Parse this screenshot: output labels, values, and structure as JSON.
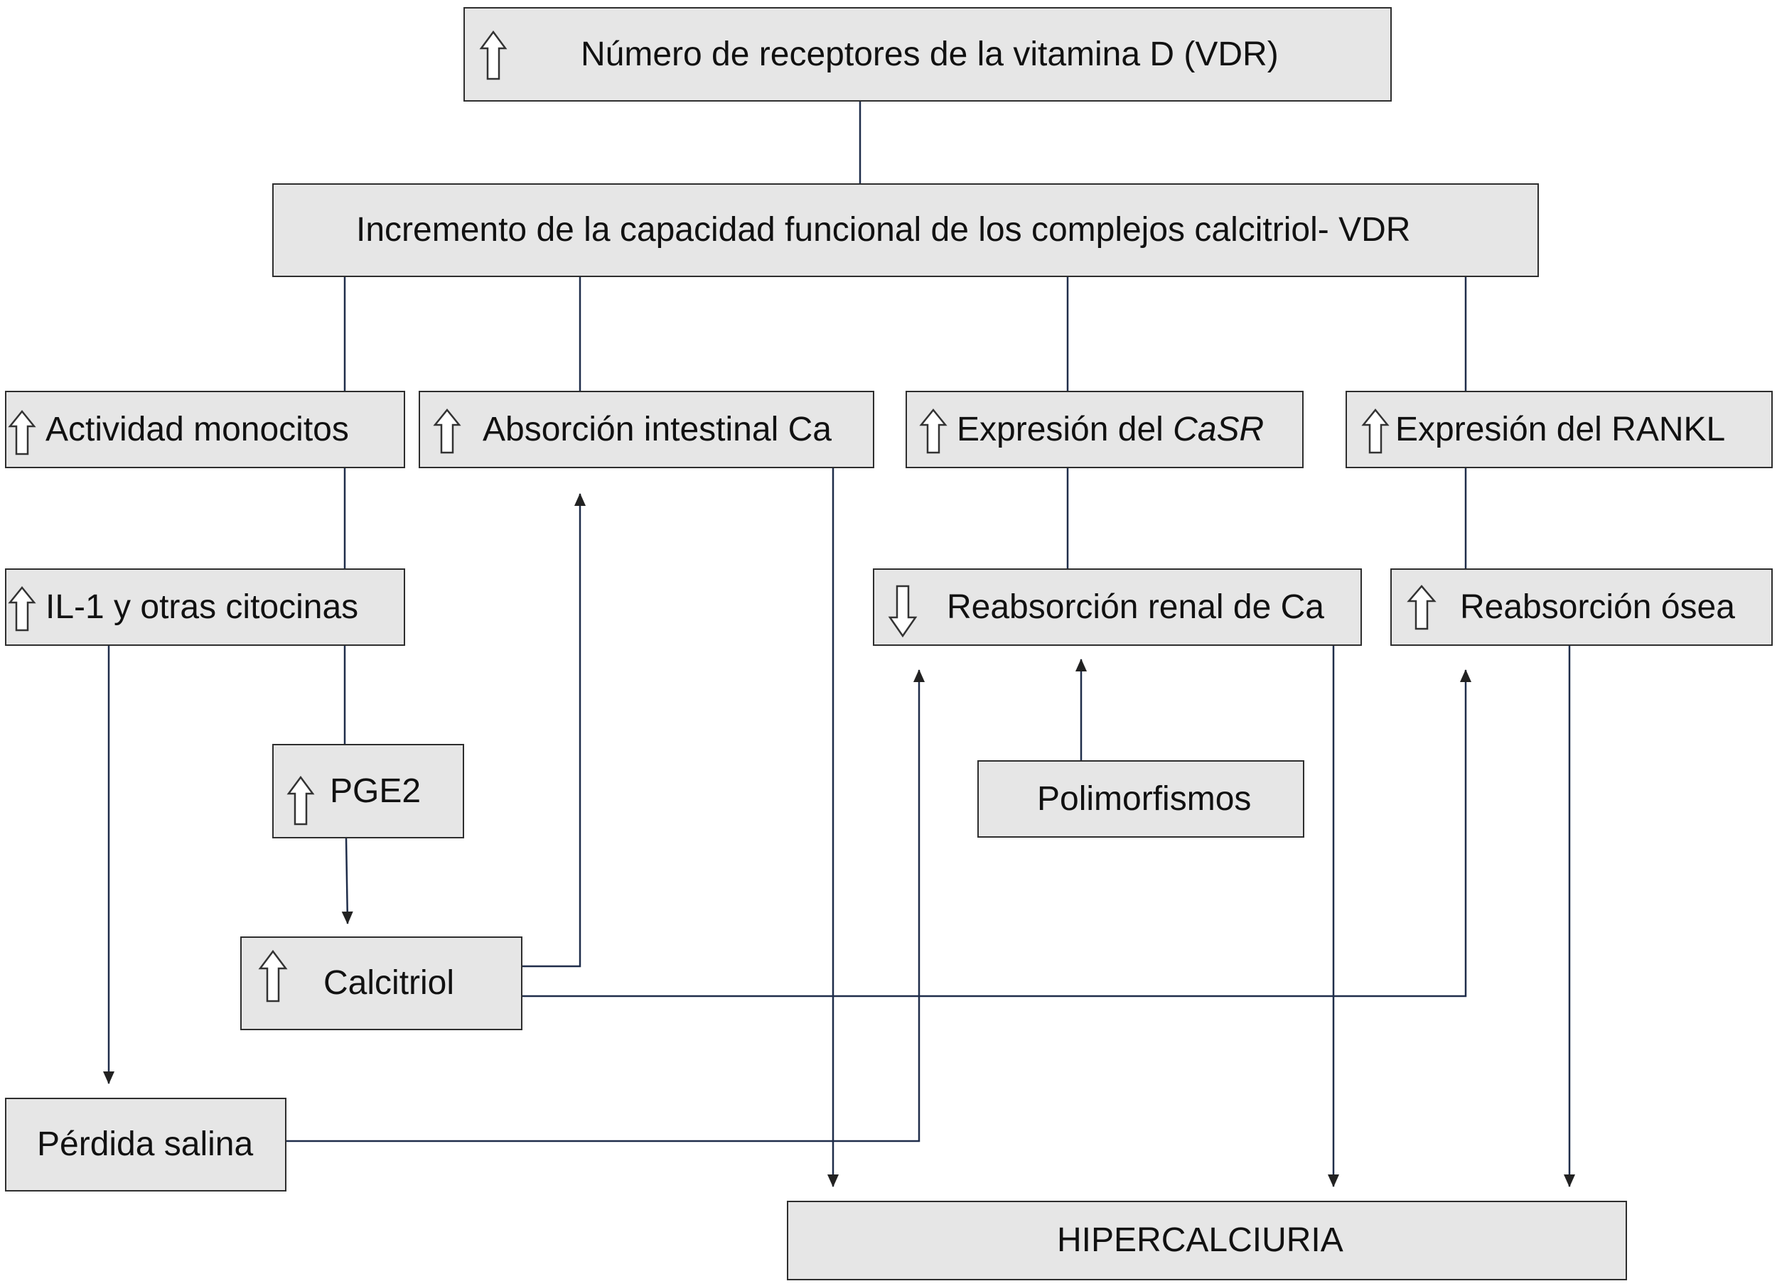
{
  "nodes": {
    "vdr": {
      "text": "Número de receptores de la vitamina D (VDR)",
      "icon": "up-arrow"
    },
    "capacidad": {
      "text": "Incremento de la capacidad funcional de los complejos calcitriol- VDR"
    },
    "monocitos": {
      "text": "Actividad monocitos",
      "icon": "up-arrow"
    },
    "absorcion": {
      "text": "Absorción intestinal Ca",
      "icon": "up-arrow"
    },
    "casr": {
      "text_prefix": "Expresión del ",
      "text_italic": "CaSR",
      "icon": "up-arrow"
    },
    "rankl": {
      "text": "Expresión del RANKL",
      "icon": "up-arrow"
    },
    "il1": {
      "text": "IL-1 y otras citocinas",
      "icon": "up-arrow"
    },
    "renal": {
      "text": "Reabsorción renal de Ca",
      "icon": "down-arrow"
    },
    "osea": {
      "text": "Reabsorción ósea",
      "icon": "up-arrow"
    },
    "pge2": {
      "text": "PGE2",
      "icon": "up-arrow"
    },
    "polimorfismos": {
      "text": "Polimorfismos"
    },
    "calcitriol": {
      "text": "Calcitriol",
      "icon": "up-arrow"
    },
    "perdida": {
      "text": "Pérdida salina"
    },
    "hipercalciuria": {
      "text": "HIPERCALCIURIA"
    }
  },
  "colors": {
    "box_fill": "#e6e6e6",
    "line": "#2e2e2e",
    "connector": "#1f2d4a"
  }
}
